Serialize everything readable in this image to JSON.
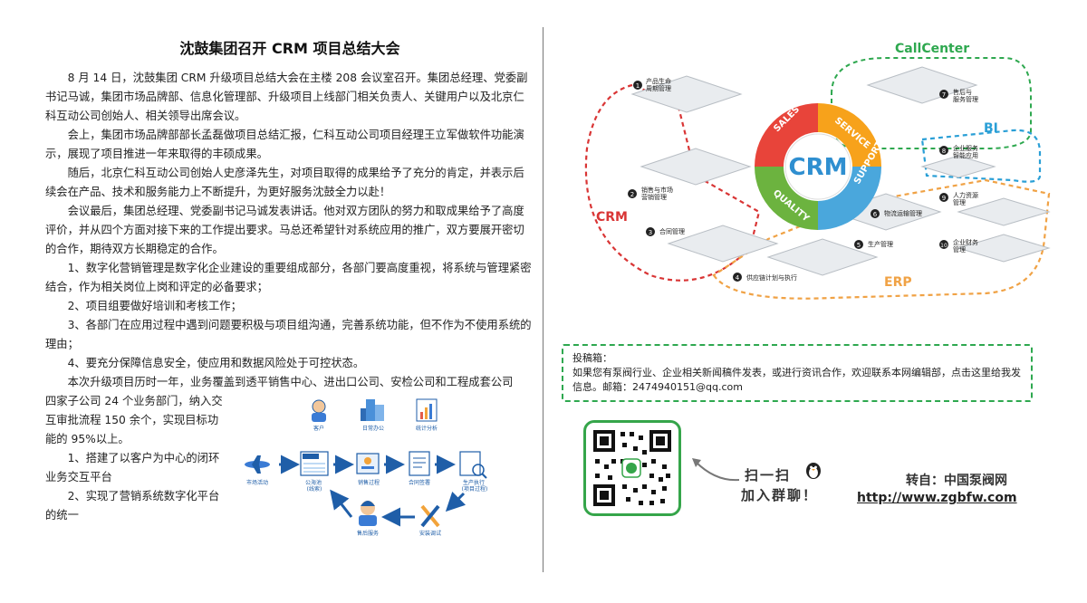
{
  "article": {
    "title": "沈鼓集团召开 CRM 项目总结大会",
    "paragraphs": [
      "8 月 14 日，沈鼓集团 CRM 升级项目总结大会在主楼 208 会议室召开。集团总经理、党委副书记马诚，集团市场品牌部、信息化管理部、升级项目上线部门相关负责人、关键用户以及北京仁科互动公司创始人、相关领导出席会议。",
      "会上，集团市场品牌部部长孟磊做项目总结汇报，仁科互动公司项目经理王立军做软件功能演示，展现了项目推进一年来取得的丰硕成果。",
      "随后，北京仁科互动公司创始人史彦泽先生，对项目取得的成果给予了充分的肯定，并表示后续会在产品、技术和服务能力上不断提升，为更好服务沈鼓全力以赴！",
      "会议最后，集团总经理、党委副书记马诚发表讲话。他对双方团队的努力和取成果给予了高度评价，并从四个方面对接下来的工作提出要求。马总还希望针对系统应用的推广，双方要展开密切的合作，期待双方长期稳定的合作。",
      "1、数字化营销管理是数字化企业建设的重要组成部分，各部门要高度重视，将系统与管理紧密结合，作为相关岗位上岗和评定的必备要求；",
      "2、项目组要做好培训和考核工作；",
      "3、各部门在应用过程中遇到问题要积极与项目组沟通，完善系统功能，但不作为不使用系统的理由；",
      "4、要充分保障信息安全，使应用和数据风险处于可控状态。",
      "本次升级项目历时一年，业务覆盖到透平销售中心、进出口公司、安检公司和工程成套公司"
    ],
    "split_paragraphs": [
      "四家子公司 24 个业务部门，纳入交互审批流程 150 余个，实现目标功能的 95%以上。",
      "1、搭建了以客户为中心的闭环业务交互平台",
      "2、实现了营销系统数字化平台的统一"
    ]
  },
  "flow_diagram": {
    "nodes": {
      "customer": "客户",
      "daily_office": "日常办公",
      "stats": "统计分析",
      "market": "市场活动",
      "opportunity": "公海池\n(线索)",
      "sales": "销售过程",
      "contract": "合同签署",
      "production": "生产执行\n(项目过程)",
      "after_sales": "售后服务",
      "install": "安装调试"
    }
  },
  "crm_figure": {
    "ring_center": "CRM",
    "ring_words": {
      "sales": "SALES",
      "service": "SERVICE",
      "support": "SUPPORT",
      "quality": "QUALITY"
    },
    "region_labels": {
      "callcenter": "CallCenter",
      "bi": "BI",
      "crm": "CRM",
      "erp": "ERP"
    },
    "modules": {
      "m1": "产品生命\n周期管理",
      "m2": "销售与市场\n营销管理",
      "m3": "合同管理",
      "m4": "供应链计划与执行",
      "m5": "生产管理",
      "m6": "物流运输管理",
      "m7": "售后与\n服务管理",
      "m8": "企业服务\n智能应用",
      "m9": "人力资源\n管理",
      "m10": "企业财务\n管理"
    },
    "colors": {
      "sales": "#e8443a",
      "service": "#f7a21b",
      "support": "#4aa7dc",
      "quality": "#6cb33f",
      "callcenter": "#2ea84f",
      "bi": "#2a9fd6",
      "crm": "#d93535",
      "erp": "#f0a245"
    }
  },
  "contribute": {
    "head": "投稿箱：",
    "body": "如果您有泵阀行业、企业相关新闻稿件发表，或进行资讯合作，欢迎联系本网编辑部，点击这里给我发信息。邮箱：2474940151@qq.com"
  },
  "footer": {
    "scan_line1": "扫一扫",
    "scan_line2": "加入群聊！",
    "source_label": "转自：中国泵阀网",
    "source_url": "http://www.zgbfw.com"
  }
}
